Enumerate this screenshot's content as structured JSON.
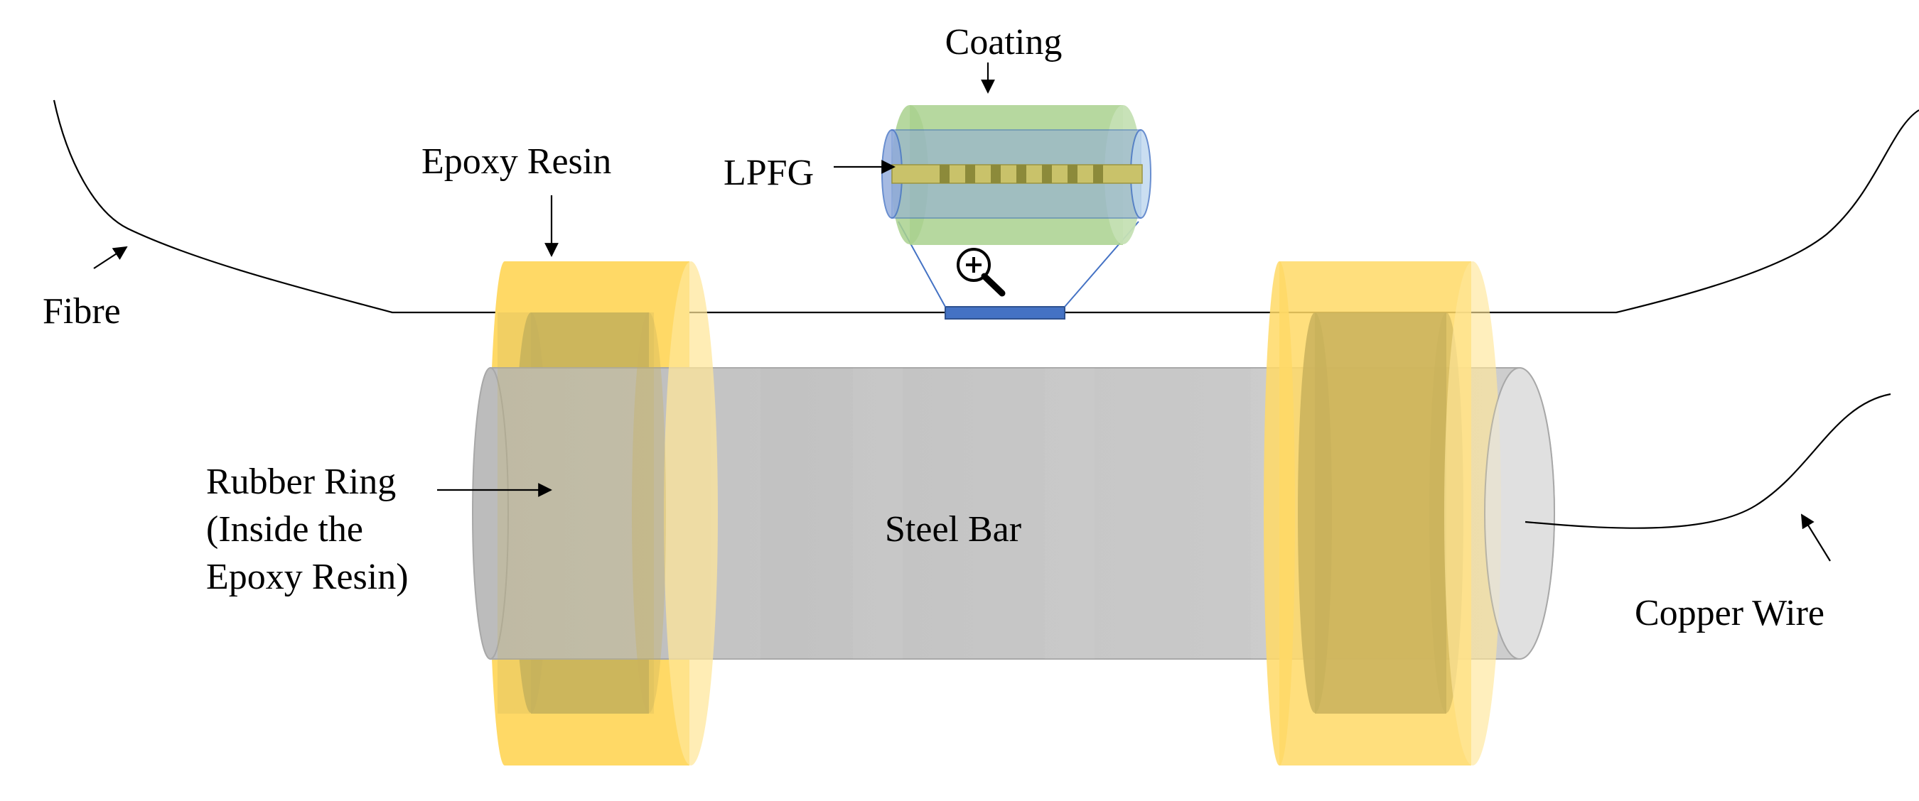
{
  "labels": {
    "coating": "Coating",
    "lpfg": "LPFG",
    "epoxy_resin": "Epoxy Resin",
    "fibre": "Fibre",
    "rubber_ring_line1": "Rubber Ring",
    "rubber_ring_line2": "(Inside the",
    "rubber_ring_line3": "Epoxy Resin)",
    "steel_bar": "Steel Bar",
    "copper_wire": "Copper Wire"
  },
  "icons": {
    "zoom": "zoom-in-magnifier-icon"
  },
  "colors": {
    "epoxy_resin": "#FFD966",
    "rubber_ring": "#C9B25C",
    "steel_bar": "#C8C8C8",
    "coating": "#A9D18E",
    "lpfg_tube": "#8FAADC",
    "lpfg_core": "#C9C26A",
    "grating": "#8C8A3A",
    "sensor_segment": "#4472C4",
    "line": "#000000"
  }
}
